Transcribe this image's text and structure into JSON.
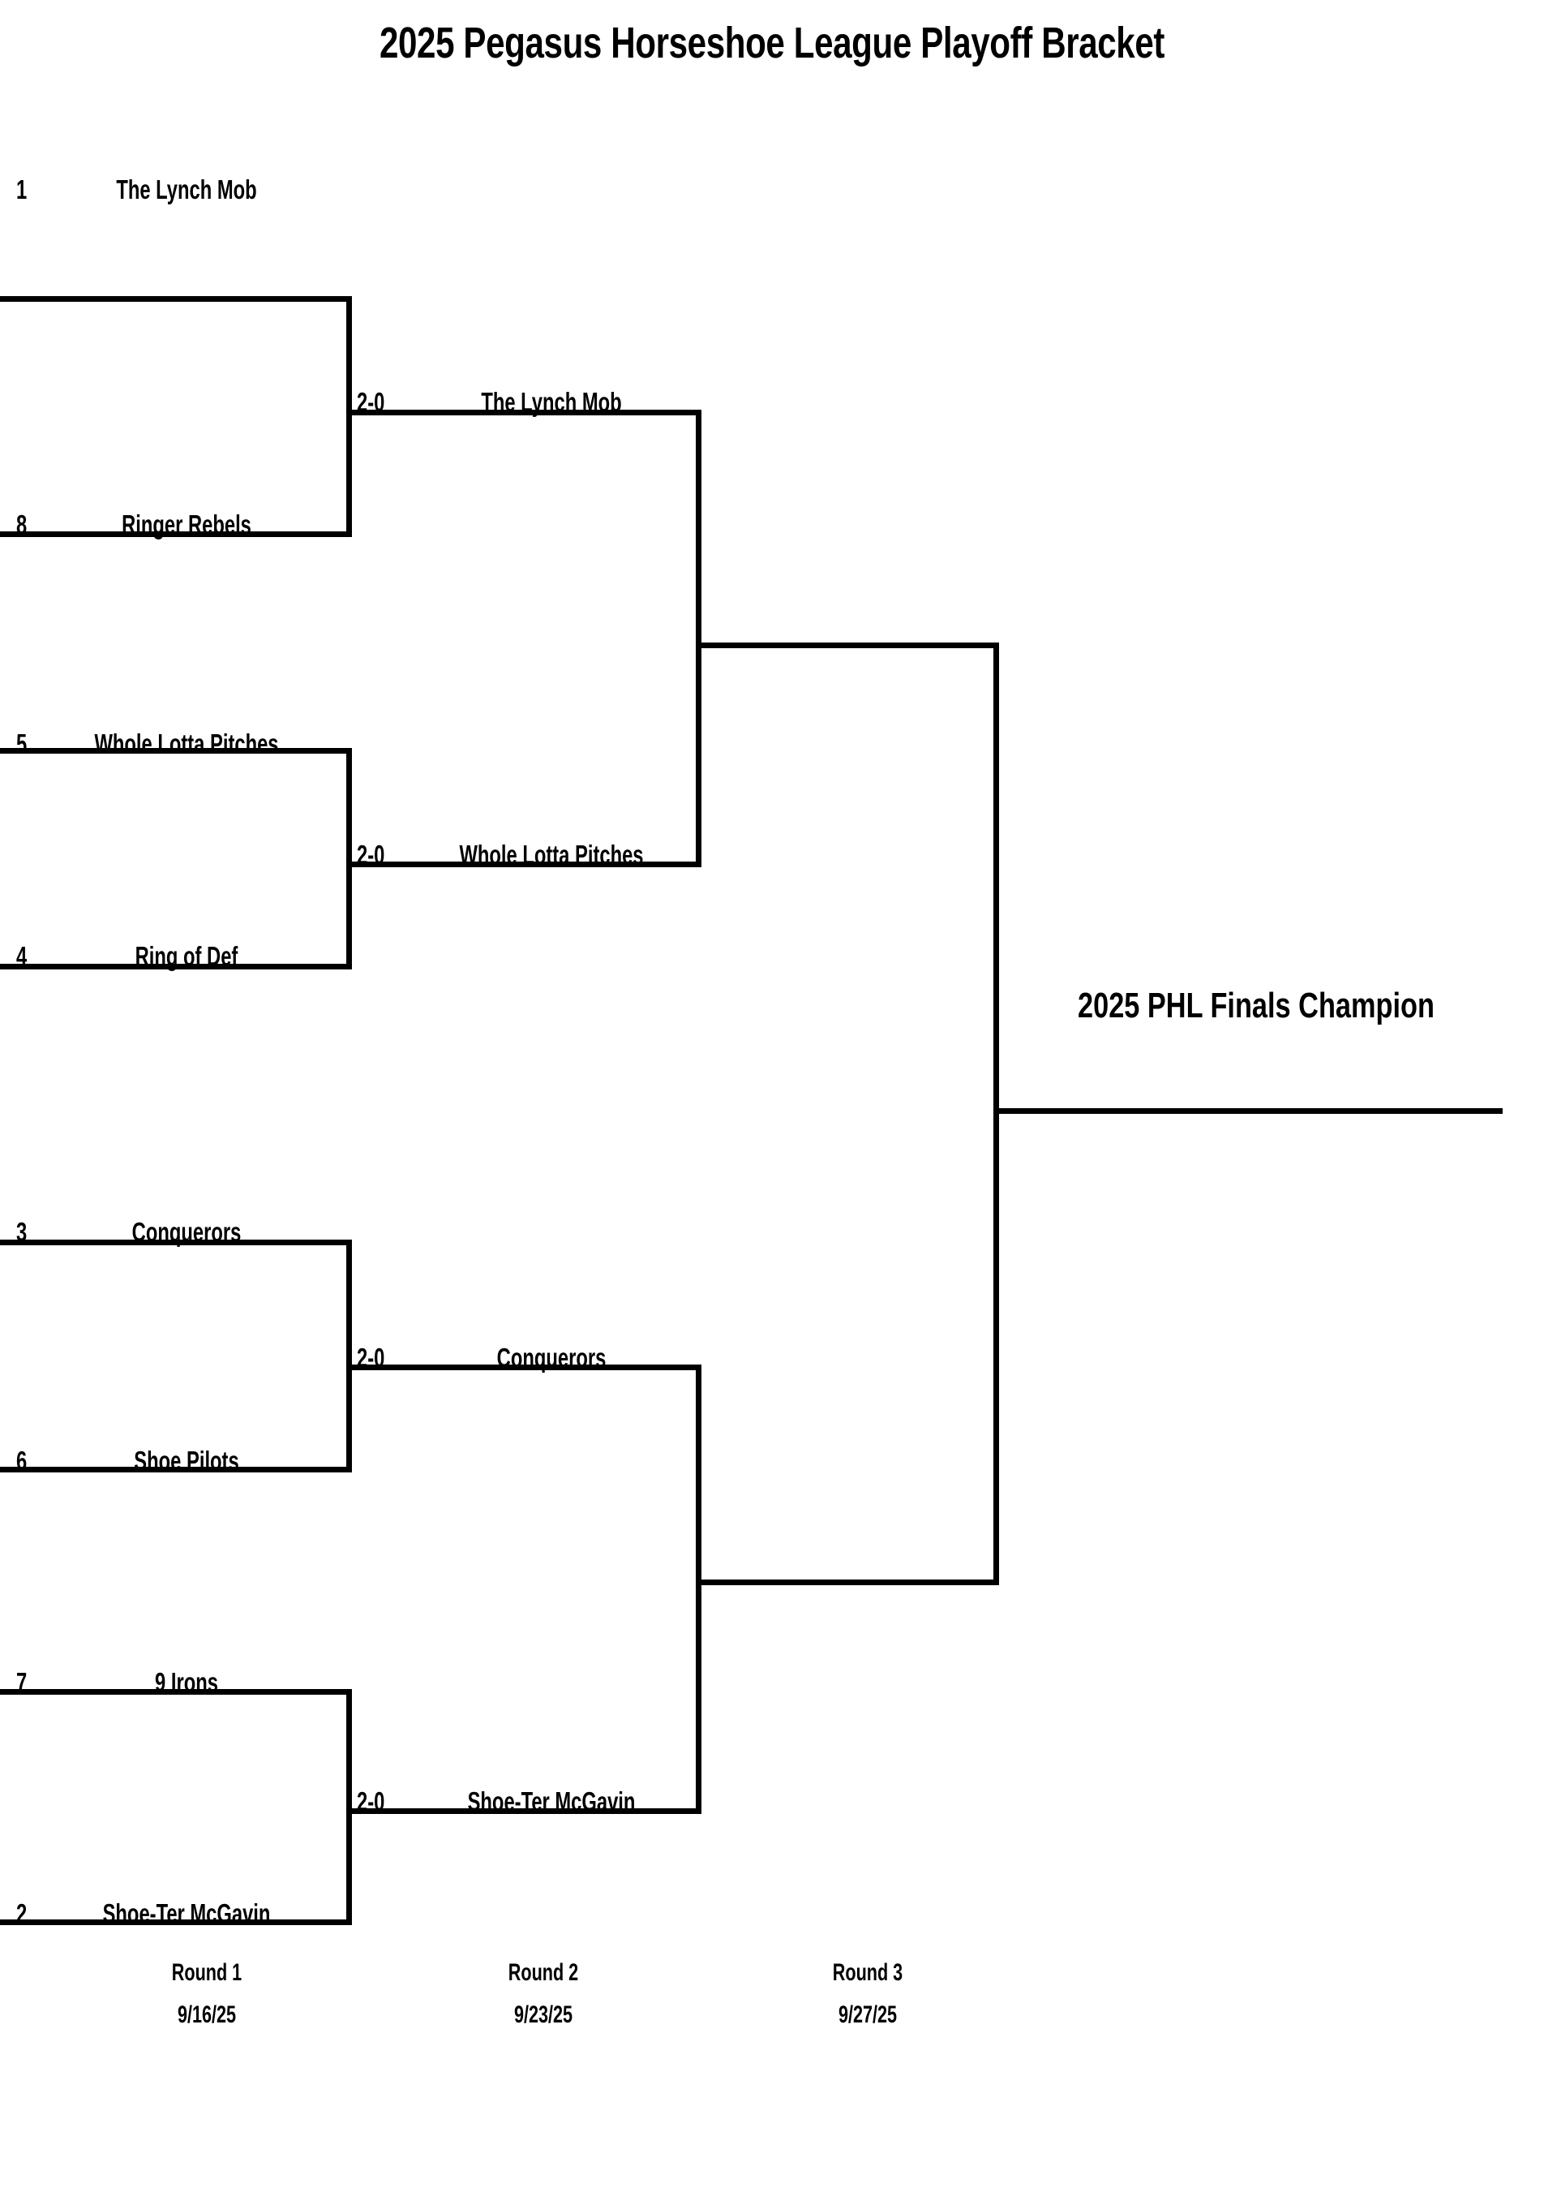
{
  "title": "2025 Pegasus Horseshoe League Playoff Bracket",
  "champion_label": "2025 PHL Finals Champion",
  "colors": {
    "line": "#000000",
    "text": "#000000",
    "background": "#ffffff"
  },
  "rounds": [
    {
      "name": "Round 1",
      "date": "9/16/25",
      "matchups": [
        {
          "top": {
            "seed": "1",
            "team": "The Lynch Mob"
          },
          "bottom": {
            "seed": "8",
            "team": "Ringer Rebels"
          }
        },
        {
          "top": {
            "seed": "5",
            "team": "Whole Lotta Pitches"
          },
          "bottom": {
            "seed": "4",
            "team": "Ring of Def"
          }
        },
        {
          "top": {
            "seed": "3",
            "team": "Conquerors"
          },
          "bottom": {
            "seed": "6",
            "team": "Shoe Pilots"
          }
        },
        {
          "top": {
            "seed": "7",
            "team": "9 Irons"
          },
          "bottom": {
            "seed": "2",
            "team": "Shoe-Ter McGavin"
          }
        }
      ]
    },
    {
      "name": "Round 2",
      "date": "9/23/25",
      "matchups": [
        {
          "top": {
            "score": "2-0",
            "team": "The Lynch Mob"
          },
          "bottom": {
            "score": "2-0",
            "team": "Whole Lotta Pitches"
          }
        },
        {
          "top": {
            "score": "2-0",
            "team": "Conquerors"
          },
          "bottom": {
            "score": "2-0",
            "team": "Shoe-Ter McGavin"
          }
        }
      ]
    },
    {
      "name": "Round 3",
      "date": "9/27/25",
      "matchups": [
        {
          "top": {
            "score": "",
            "team": ""
          },
          "bottom": {
            "score": "",
            "team": ""
          }
        }
      ]
    }
  ]
}
